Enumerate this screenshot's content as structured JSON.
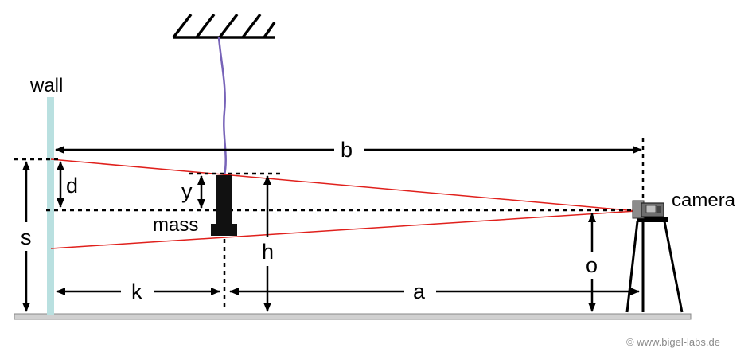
{
  "labels": {
    "wall": "wall",
    "camera": "camera",
    "mass": "mass",
    "b": "b",
    "d": "d",
    "y": "y",
    "s": "s",
    "h": "h",
    "o": "o",
    "k": "k",
    "a": "a"
  },
  "credit": "© www.bigel-labs.de",
  "colors": {
    "wall": "#b9e0e0",
    "ray": "#e0201c",
    "string": "#7763b8",
    "floor": "#d0d0d0",
    "ink": "#000000"
  }
}
